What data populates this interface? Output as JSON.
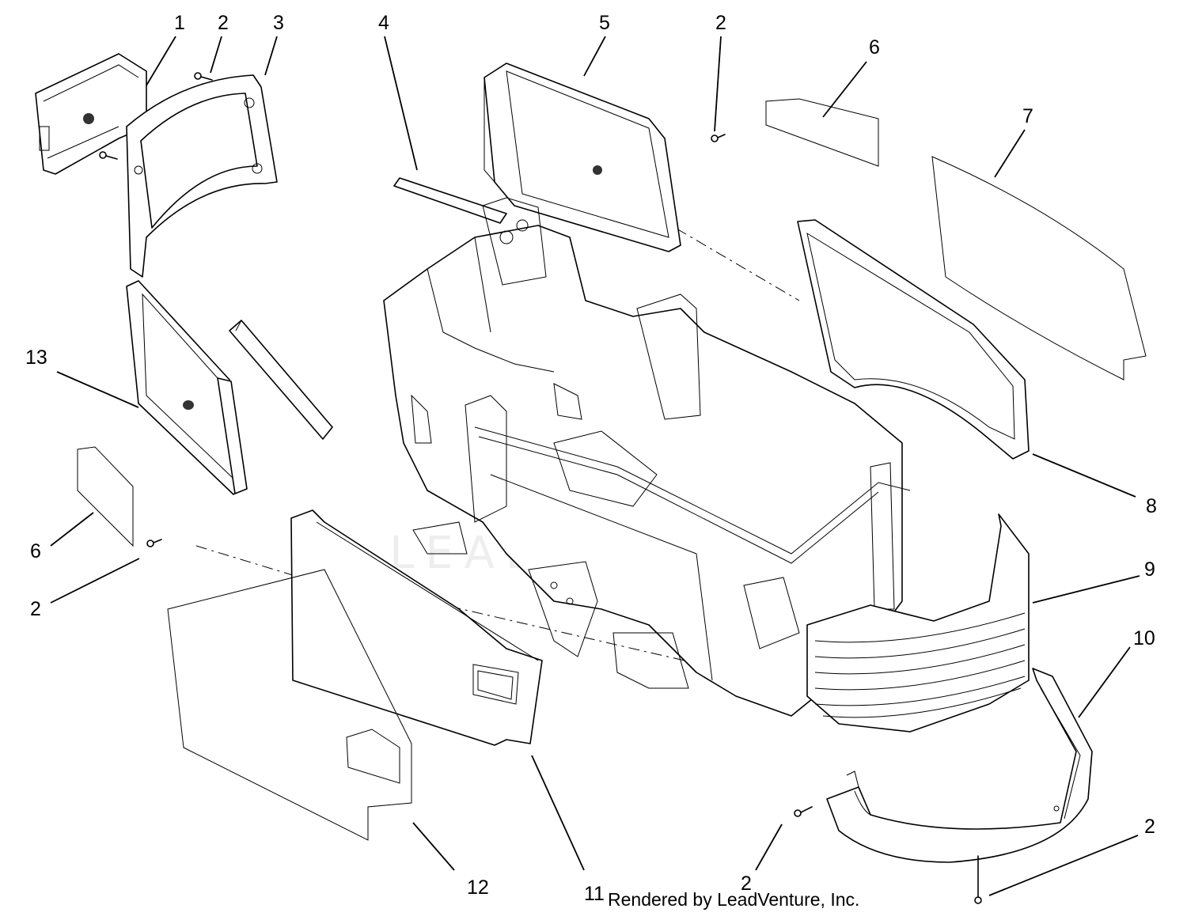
{
  "watermark": "LEADVENTURE",
  "credit": "Rendered by LeadVenture, Inc.",
  "callouts": {
    "c1": "1",
    "c2a": "2",
    "c3": "3",
    "c4": "4",
    "c5": "5",
    "c2b": "2",
    "c6a": "6",
    "c7": "7",
    "c13": "13",
    "c8": "8",
    "c6b": "6",
    "c2c": "2",
    "c9": "9",
    "c10": "10",
    "c2d": "2",
    "c12": "12",
    "c11": "11",
    "c2e": "2"
  }
}
